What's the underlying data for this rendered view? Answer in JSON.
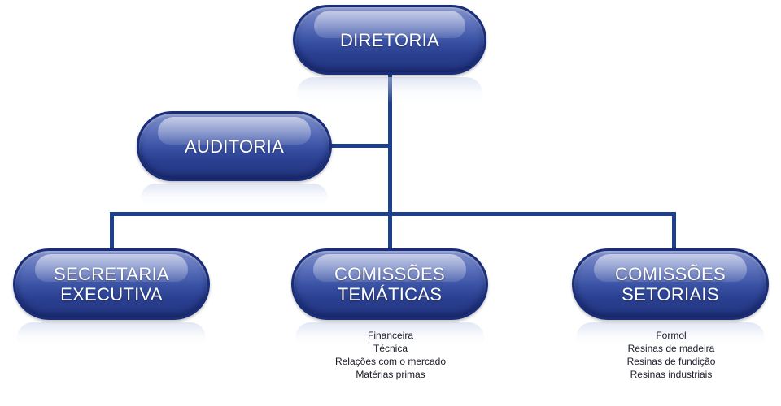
{
  "diagram": {
    "type": "org-chart",
    "nodes": {
      "diretoria": {
        "label": "DIRETORIA"
      },
      "auditoria": {
        "label": "AUDITORIA"
      },
      "secretaria_executiva": {
        "label": "SECRETARIA\nEXECUTIVA"
      },
      "comissoes_tematicas": {
        "label": "COMISSÕES\nTEMÁTICAS",
        "items": [
          "Financeira",
          "Técnica",
          "Relações com o mercado",
          "Matérias primas"
        ]
      },
      "comissoes_setoriais": {
        "label": "COMISSÕES\nSETORIAIS",
        "items": [
          "Formol",
          "Resinas de madeira",
          "Resinas de fundição",
          "Resinas industriais"
        ]
      }
    },
    "edges": [
      [
        "diretoria",
        "auditoria"
      ],
      [
        "diretoria",
        "secretaria_executiva"
      ],
      [
        "diretoria",
        "comissoes_tematicas"
      ],
      [
        "diretoria",
        "comissoes_setoriais"
      ]
    ],
    "colors": {
      "pill_fill": "#2f469a",
      "pill_border": "#1a2d78",
      "connector": "#1e3f8c",
      "label_text": "#ffffff",
      "list_text": "#1a1a2a"
    }
  }
}
